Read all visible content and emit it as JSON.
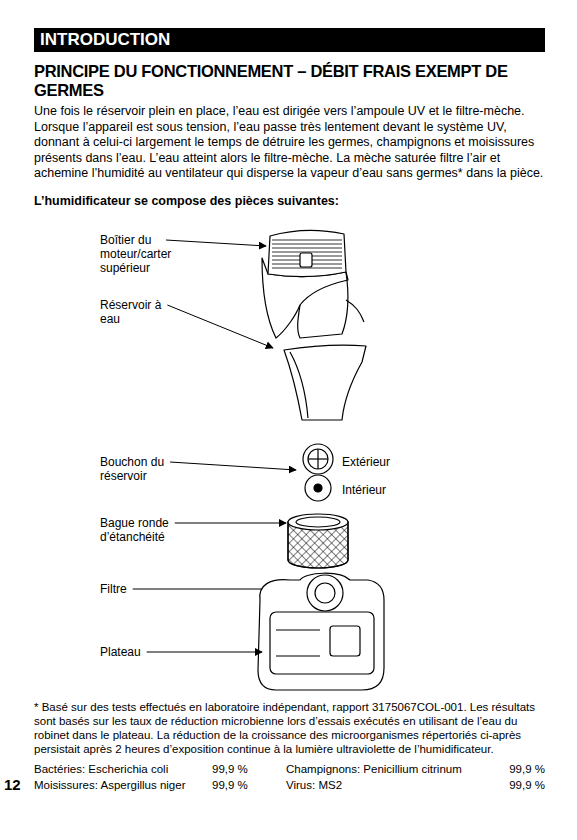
{
  "diagram": {
    "title": "PRINCIPE DU FONCTIONNEMENT – DÉBIT FRAIS EXEMPT DE GERMES",
    "nodes": [
      {
        "text": [
          "INTRODUCTION"
        ]
      }
    ],
    "labels": [
      "Une fois le réservoir plein en place, l’eau est dirigée vers l’ampoule UV et le filtre-mèche. Lorsque l’appareil est sous tension, l’eau passe très lentement devant le système UV, donnant à celui-ci largement le temps de détruire les germes, champignons et moisissures présents dans l’eau. L’eau atteint alors le filtre-mèche. La mèche saturée filtre l’air et achemine l’humidité au ventilateur qui disperse la vapeur d’eau sans germes* dans la pièce.",
      "L’humidificateur se compose des pièces suivantes:",
      "Boîtier du moteur/carter supérieur",
      "Réservoir à eau",
      "Bouchon du réservoir",
      "Extérieur",
      "Intérieur",
      "Bague ronde d’étanchéité",
      "Filtre",
      "Plateau",
      "* Basé sur des tests effectués en laboratoire indépendant, rapport 3175067COL-001. Les résultats sont basés sur les taux de réduction microbienne lors d’essais exécutés en utilisant de l’eau du robinet dans le plateau. La réduction de la croissance des microorganismes répertoriés ci-après persistait après 2 heures d’exposition continue à la lumière ultraviolette de l’humidificateur.",
      "Bactéries: Escherichia coli",
      "99,9 %",
      "Champignons: Penicillium citrinum",
      "99,9 %",
      "Moisissures: Aspergillus niger",
      "99,9 %",
      "Virus: MS2",
      "99,9 %",
      "12"
    ]
  }
}
